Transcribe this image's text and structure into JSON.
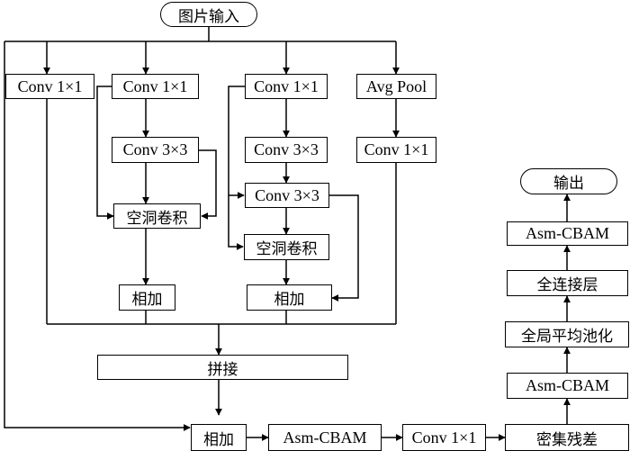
{
  "nodes": {
    "input": "图片输入",
    "b1_conv": "Conv 1×1",
    "b2_conv1": "Conv 1×1",
    "b2_conv3": "Conv 3×3",
    "b2_dilated": "空洞卷积",
    "b2_add": "相加",
    "b3_conv1": "Conv 1×1",
    "b3_conv3a": "Conv 3×3",
    "b3_conv3b": "Conv 3×3",
    "b3_dilated": "空洞卷积",
    "b3_add": "相加",
    "b4_pool": "Avg Pool",
    "b4_conv": "Conv 1×1",
    "concat": "拼接",
    "merge_add": "相加",
    "asm_cbam_1": "Asm-CBAM",
    "conv_after": "Conv 1×1",
    "dense_residual": "密集残差",
    "asm_cbam_2": "Asm-CBAM",
    "gap": "全局平均池化",
    "fc": "全连接层",
    "asm_cbam_3": "Asm-CBAM",
    "output": "输出"
  }
}
